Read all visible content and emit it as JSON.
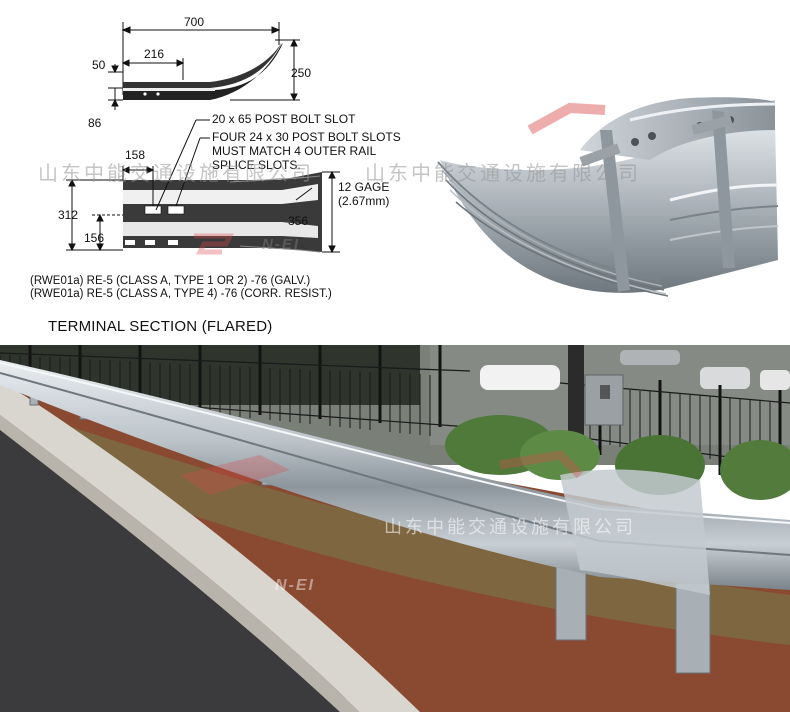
{
  "drawing": {
    "dims": {
      "overall_length": "700",
      "flare_offset": "216",
      "rail_height_top": "50",
      "flare_height": "250",
      "bottom_width": "86",
      "slot_offset": "158",
      "section_height": "312",
      "lower_offset": "156",
      "flared_height": "356"
    },
    "notes": {
      "post_bolt_slot": "20 x 65 POST BOLT SLOT",
      "outer_slots_line1": "FOUR 24 x 30 POST BOLT SLOTS",
      "outer_slots_line2": "MUST MATCH 4 OUTER RAIL",
      "outer_slots_line3": "SPLICE SLOTS.",
      "gage_line1": "12 GAGE",
      "gage_line2": "(2.67mm)"
    },
    "specs": [
      {
        "code": "(RWE01a)",
        "text": "RE-5 (CLASS A, TYPE 1 OR 2) -76 (GALV.)"
      },
      {
        "code": "(RWE01a)",
        "text": "RE-5 (CLASS A, TYPE 4) -76 (CORR. RESIST.)"
      }
    ],
    "caption": "TERMINAL SECTION (FLARED)"
  },
  "watermark": {
    "company_cn": "山东中能交通设施有限公司",
    "logo_text": "N-EI"
  },
  "colors": {
    "steel": "#b9c1c8",
    "steel_dark": "#7d868e",
    "mulch": "#8a4a32",
    "asphalt": "#3b3b3d",
    "curb": "#d9d6cf",
    "fence": "#1c1c1c",
    "watermark_red": "#d94a4a"
  }
}
